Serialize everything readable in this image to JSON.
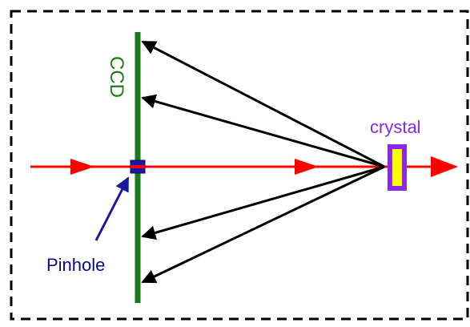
{
  "labels": {
    "ccd": "CCD",
    "crystal": "crystal",
    "pinhole": "Pinhole"
  },
  "colors": {
    "border": "#000000",
    "beam": "#ff0000",
    "ccd": "#1a7a1a",
    "crystal_label": "#8a2be2",
    "crystal_outline": "#8a2be2",
    "crystal_fill": "#ffff00",
    "pinhole": "#1a1aa0",
    "pinhole_label": "#0a0a8a",
    "ray": "#000000"
  }
}
